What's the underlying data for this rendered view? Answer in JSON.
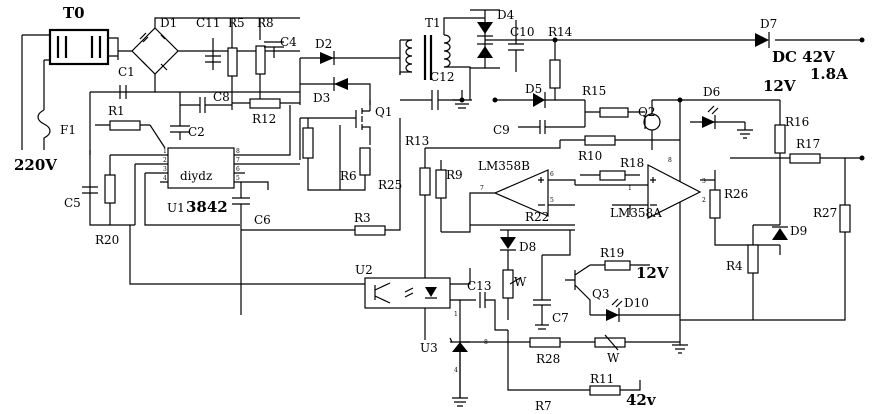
{
  "labels": {
    "T0": "T0",
    "D1": "D1",
    "C11": "C11",
    "R5": "R5",
    "R8": "R8",
    "C4": "C4",
    "T1": "T1",
    "D4": "D4",
    "C10": "C10",
    "R14": "R14",
    "D7": "D7",
    "DC_out": "DC 42V",
    "current": "1.8A",
    "v12_top": "12V",
    "D2": "D2",
    "D3": "D3",
    "C1": "C1",
    "C8": "C8",
    "C12": "C12",
    "D5": "D5",
    "R15": "R15",
    "Q2": "Q2",
    "D6": "D6",
    "R16": "R16",
    "R1": "R1",
    "C2": "C2",
    "R12": "R12",
    "Q1": "Q1",
    "C9": "C9",
    "F1": "F1",
    "R13": "R13",
    "LM358B": "LM358B",
    "R10": "R10",
    "R18": "R18",
    "R17": "R17",
    "v220": "220V",
    "C5": "C5",
    "diydz": "diydz",
    "U1": "U1",
    "ic3842": "3842",
    "R6": "R6",
    "R25": "R25",
    "R9": "R9",
    "LM358A": "LM358A",
    "R26": "R26",
    "R27": "R27",
    "R20": "R20",
    "C6": "C6",
    "R3": "R3",
    "R22": "R22",
    "D9": "D9",
    "D8": "D8",
    "R4": "R4",
    "R19": "R19",
    "v12_mid": "12V",
    "U2": "U2",
    "W1": "W",
    "Q3": "Q3",
    "C13": "C13",
    "D10": "D10",
    "C7": "C7",
    "U3": "U3",
    "R28": "R28",
    "W2": "W",
    "R11": "R11",
    "R7": "R7",
    "v42": "42v"
  },
  "pins": {
    "u1_1": "1",
    "u1_2": "2",
    "u1_3": "3",
    "u1_4": "4",
    "u1_8": "8",
    "u1_7": "7",
    "u1_6": "6",
    "u1_5": "5",
    "opb_7": "7",
    "opb_6": "6",
    "opb_5": "5",
    "opa_8": "8",
    "opa_1": "1",
    "opa_3": "3",
    "opa_2": "2",
    "u3_1": "1",
    "u3_8": "8",
    "u3_4": "4"
  }
}
